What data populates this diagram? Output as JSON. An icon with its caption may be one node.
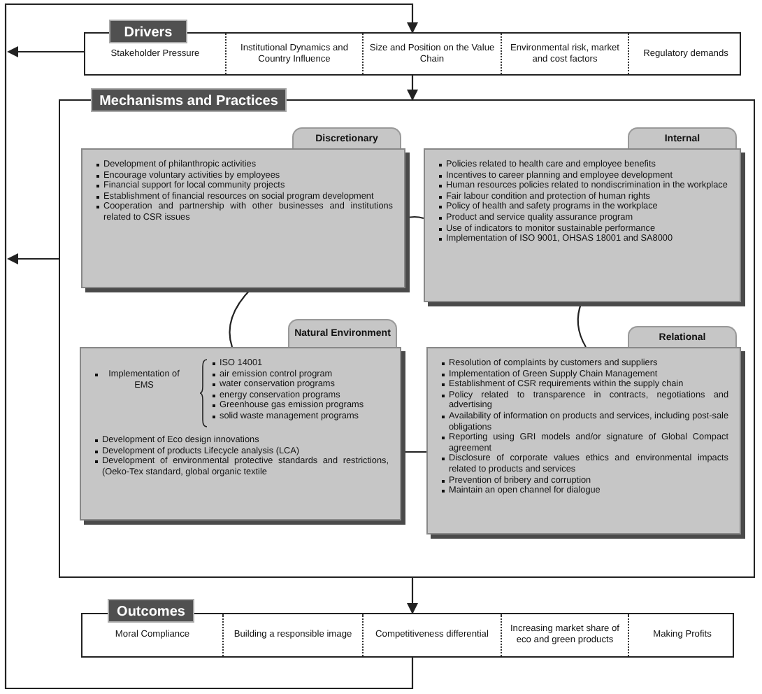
{
  "diagram": {
    "nodes": [
      {
        "text": [
          "Drivers"
        ]
      },
      {
        "text": [
          "Stakeholder Pressure"
        ],
        "in": 0
      },
      {
        "text": [
          "Institutional Dynamics and Country Influence"
        ],
        "in": 0
      },
      {
        "text": [
          "Size and Position on the Value Chain"
        ],
        "in": 0
      },
      {
        "text": [
          "Environmental risk, market and cost factors"
        ],
        "in": 0
      },
      {
        "text": [
          "Regulatory demands"
        ],
        "in": 0
      },
      {
        "text": [
          "Mechanisms and Practices"
        ]
      },
      {
        "text": [
          "Discretionary",
          "Development of philanthropic activities",
          "Encourage voluntary activities by employees",
          "Financial support for local community projects",
          "Establishment of financial resources on social program development",
          "Cooperation and partnership with other businesses and institutions related to CSR issues"
        ],
        "in": 6
      },
      {
        "text": [
          "Internal",
          "Policies related to health care and employee benefits",
          "Incentives to career planning and employee development",
          "Human resources policies related to nondiscrimination in the workplace",
          "Fair labour condition and protection of human rights",
          "Policy of health and safety programs in the workplace",
          "Product and service quality assurance program",
          "Use of indicators to monitor sustainable performance",
          "Implementation of ISO 9001, OHSAS 18001 and SA8000"
        ],
        "in": 6
      },
      {
        "text": [
          "Natural Environment",
          "Implementation of EMS",
          "ISO 14001",
          "air emission control program",
          "water conservation programs",
          "energy conservation programs",
          "Greenhouse gas emission programs",
          "solid waste management programs",
          "Development of Eco design innovations",
          "Development of products Lifecycle analysis (LCA)",
          "Development of environmental protective standards and restrictions, (Oeko-Tex standard, global organic textile"
        ],
        "in": 6
      },
      {
        "text": [
          "Relational",
          "Resolution of complaints by customers and suppliers",
          "Implementation of Green Supply Chain Management",
          "Establishment of CSR requirements within the supply chain",
          "Policy related to transparence in contracts, negotiations and advertising",
          "Availability of information on products and services, including post-sale obligations",
          "Reporting using GRI models and/or signature of Global Compact agreement",
          "Disclosure of corporate values ethics and environmental impacts related to products and services",
          "Prevention of bribery and corruption",
          "Maintain an open channel for dialogue"
        ],
        "in": 6
      },
      {
        "text": [
          "Outcomes"
        ]
      },
      {
        "text": [
          "Moral Compliance"
        ],
        "in": 11
      },
      {
        "text": [
          "Building a responsible image"
        ],
        "in": 11
      },
      {
        "text": [
          "Competitiveness differential"
        ],
        "in": 11
      },
      {
        "text": [
          "Increasing market share of eco and green products"
        ],
        "in": 11
      },
      {
        "text": [
          "Making Profits"
        ],
        "in": 11
      }
    ],
    "edges": [
      {
        "from": 0,
        "to": 6,
        "arrow": "to"
      },
      {
        "from": 6,
        "to": 11,
        "arrow": "to"
      },
      {
        "from": 11,
        "to": 0,
        "arrow": "to"
      },
      {
        "from": 0,
        "to": null,
        "arrow": "to"
      },
      {
        "from": 6,
        "to": null,
        "arrow": "to"
      },
      {
        "from": 7,
        "to": 8,
        "arrow": "none"
      },
      {
        "from": 7,
        "to": 9,
        "arrow": "none"
      },
      {
        "from": 8,
        "to": 10,
        "arrow": "none"
      },
      {
        "from": 9,
        "to": 10,
        "arrow": "none"
      }
    ]
  }
}
